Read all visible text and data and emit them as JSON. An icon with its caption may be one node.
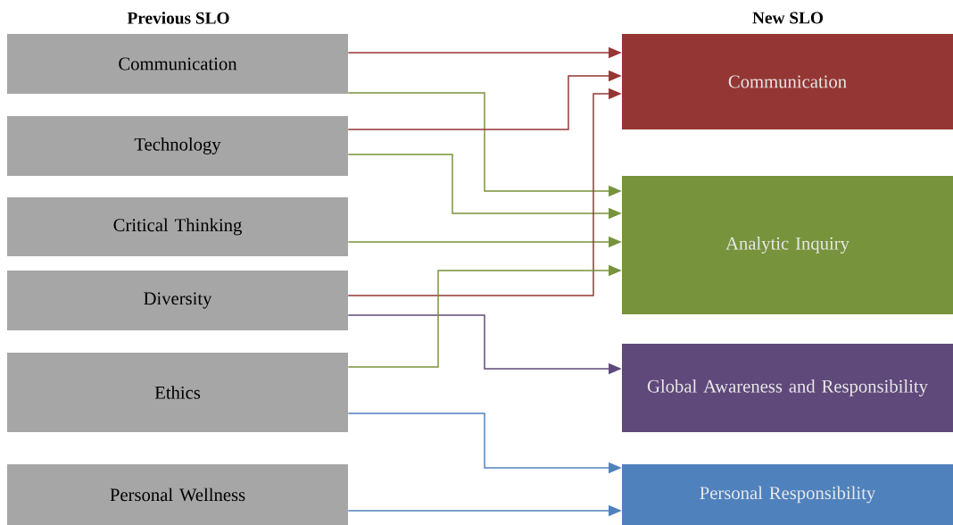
{
  "diagram": {
    "nodes": [
      {
        "text": [
          "Communication"
        ]
      },
      {
        "text": [
          "Technology"
        ]
      },
      {
        "text": [
          "Critical Thinking"
        ]
      },
      {
        "text": [
          "Diversity"
        ]
      },
      {
        "text": [
          "Ethics"
        ]
      },
      {
        "text": [
          "Personal Wellness"
        ]
      },
      {
        "text": [
          "Communication"
        ]
      },
      {
        "text": [
          "Analytic Inquiry"
        ]
      },
      {
        "text": [
          "Global Awareness and Responsibility"
        ]
      },
      {
        "text": [
          "Personal Responsibility"
        ]
      }
    ],
    "edges": [
      {
        "from": 0,
        "to": 6,
        "arrow": "to",
        "color": "#943634"
      },
      {
        "from": 0,
        "to": 7,
        "arrow": "to",
        "color": "#77933c"
      },
      {
        "from": 1,
        "to": 6,
        "arrow": "to",
        "color": "#943634"
      },
      {
        "from": 1,
        "to": 7,
        "arrow": "to",
        "color": "#77933c"
      },
      {
        "from": 2,
        "to": 7,
        "arrow": "to",
        "color": "#77933c"
      },
      {
        "from": 3,
        "to": 6,
        "arrow": "to",
        "color": "#943634"
      },
      {
        "from": 3,
        "to": 8,
        "arrow": "to",
        "color": "#5f497a"
      },
      {
        "from": 4,
        "to": 7,
        "arrow": "to",
        "color": "#77933c"
      },
      {
        "from": 4,
        "to": 9,
        "arrow": "to",
        "color": "#4f81bd"
      },
      {
        "from": 5,
        "to": 9,
        "arrow": "to",
        "color": "#4f81bd"
      }
    ],
    "labels": [
      "Previous SLO",
      "New SLO"
    ]
  }
}
